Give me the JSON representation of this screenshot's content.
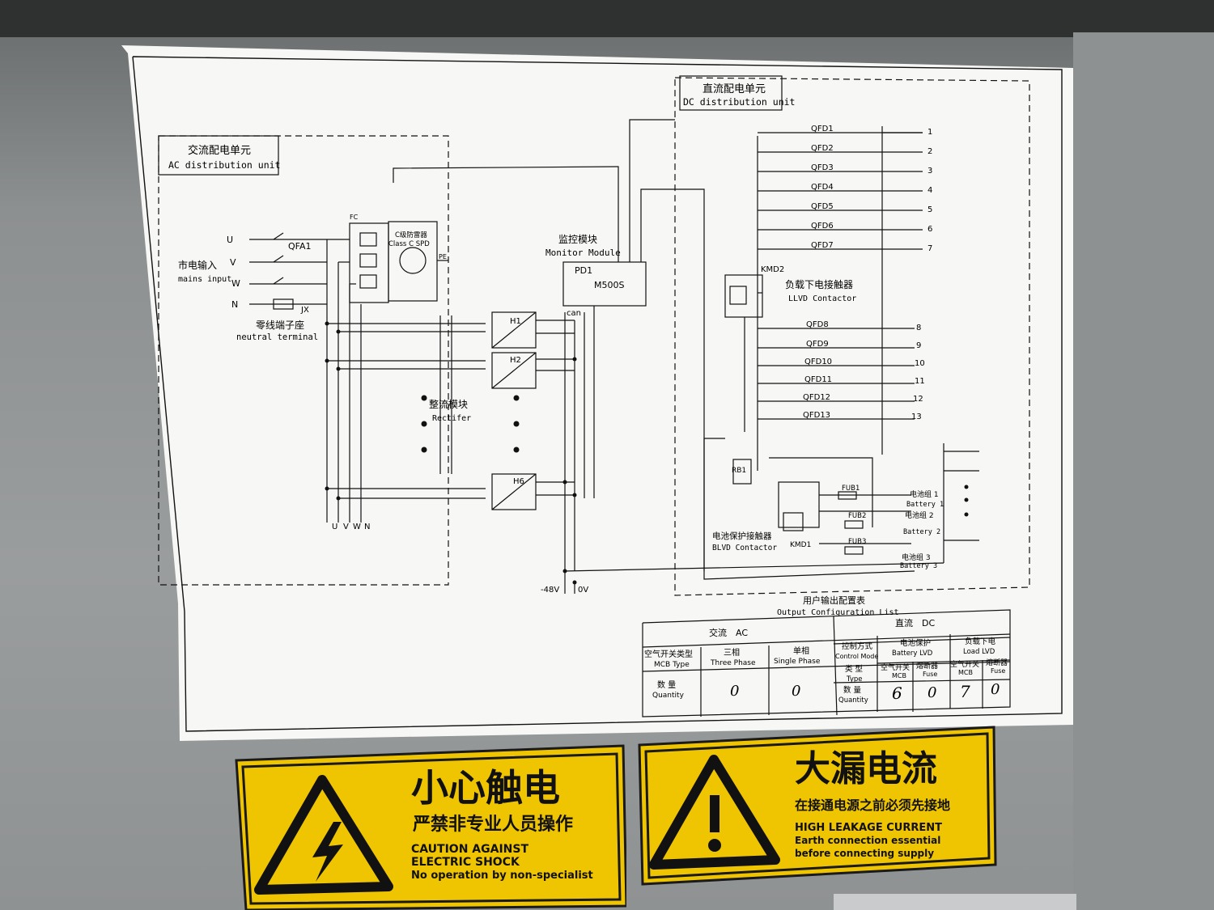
{
  "ac_unit": {
    "title_cn": "交流配电单元",
    "title_en": "AC distribution unit"
  },
  "dc_unit": {
    "title_cn": "直流配电单元",
    "title_en": "DC distribution unit"
  },
  "mains": {
    "label_cn": "市电输入",
    "label_en": "mains input",
    "phases": [
      "U",
      "V",
      "W",
      "N"
    ],
    "breaker": "QFA1",
    "jx": "JX"
  },
  "neutral": {
    "label_cn": "零线端子座",
    "label_en": "neutral terminal"
  },
  "spd": {
    "fc": "FC",
    "label_cn": "C级防雷器",
    "label_en": "Class C SPD",
    "pe": "PE"
  },
  "monitor": {
    "label_cn": "监控模块",
    "label_en": "Monitor Module",
    "pd": "PD1",
    "model": "M500S",
    "can": "can"
  },
  "rectifier": {
    "label_cn": "整流模块",
    "label_en": "Rectifer",
    "modules": [
      "H1",
      "H2",
      "H6"
    ]
  },
  "bus_labels": {
    "neg": "-48V",
    "zero": "0V",
    "uvwn": [
      "U",
      "V",
      "W",
      "N"
    ]
  },
  "dc_breakers_upper": [
    {
      "name": "QFD1",
      "out": "1"
    },
    {
      "name": "QFD2",
      "out": "2"
    },
    {
      "name": "QFD3",
      "out": "3"
    },
    {
      "name": "QFD4",
      "out": "4"
    },
    {
      "name": "QFD5",
      "out": "5"
    },
    {
      "name": "QFD6",
      "out": "6"
    },
    {
      "name": "QFD7",
      "out": "7"
    }
  ],
  "dc_breakers_lower": [
    {
      "name": "QFD8",
      "out": "8"
    },
    {
      "name": "QFD9",
      "out": "9"
    },
    {
      "name": "QFD10",
      "out": "10"
    },
    {
      "name": "QFD11",
      "out": "11"
    },
    {
      "name": "QFD12",
      "out": "12"
    },
    {
      "name": "QFD13",
      "out": "13"
    }
  ],
  "llvd": {
    "id": "KMD2",
    "label_cn": "负载下电接触器",
    "label_en": "LLVD Contactor"
  },
  "blvd": {
    "id": "KMD1",
    "label_cn": "电池保护接触器",
    "label_en": "BLVD Contactor",
    "rb": "RB1"
  },
  "batteries": [
    {
      "fuse": "FUB1",
      "label_cn": "电池组 1",
      "label_en": "Battery 1"
    },
    {
      "fuse": "FUB2",
      "label_cn": "电池组 2",
      "label_en": "Battery 2"
    },
    {
      "fuse": "FUB3",
      "label_cn": "电池组 3",
      "label_en": "Battery 3"
    }
  ],
  "output_table": {
    "title_cn": "用户输出配置表",
    "title_en": "Output Configuration List",
    "ac_header": "交流　AC",
    "dc_header": "直流　DC",
    "row_mcb": "空气开关类型",
    "row_mcb_en": "MCB Type",
    "three_phase": "三相",
    "three_phase_en": "Three Phase",
    "single_phase": "单相",
    "single_phase_en": "Single Phase",
    "control_mode": "控制方式",
    "control_mode_en": "Control Mode",
    "battery_lvd": "电池保护",
    "battery_lvd_en": "Battery LVD",
    "load_lvd": "负载下电",
    "load_lvd_en": "Load LVD",
    "type_cn": "类 型",
    "type_en": "Type",
    "mcb_cn": "空气开关",
    "mcb_en": "MCB",
    "fuse_cn": "熔断器",
    "fuse_en": "Fuse",
    "quantity_cn": "数 量",
    "quantity_en": "Quantity",
    "ac_values": [
      "0",
      "0"
    ],
    "dc_values": [
      "6",
      "0",
      "7",
      "0"
    ]
  },
  "warning_shock": {
    "title_cn": "小心触电",
    "sub_cn": "严禁非专业人员操作",
    "line1": "CAUTION AGAINST",
    "line2": "ELECTRIC SHOCK",
    "line3": "No operation by non-specialist"
  },
  "warning_leak": {
    "title_cn": "大漏电流",
    "sub_cn": "在接通电源之前必须先接地",
    "line1": "HIGH LEAKAGE CURRENT",
    "line2": "Earth connection essential",
    "line3": "before connecting supply"
  },
  "colors": {
    "sign_yellow": "#f2c800",
    "panel_grey": "#9a9d9e",
    "paper": "#f7f7f5"
  }
}
